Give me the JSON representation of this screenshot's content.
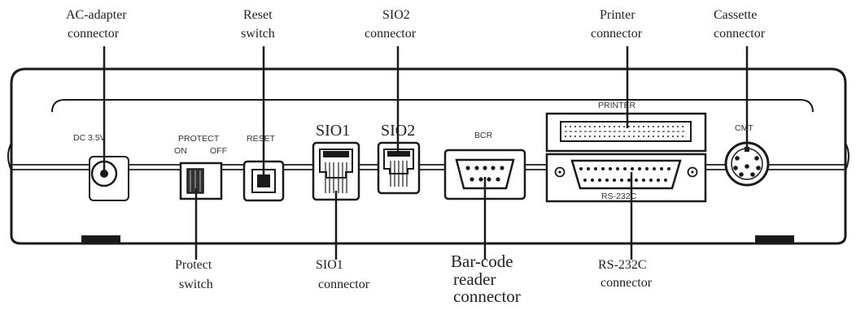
{
  "callouts": {
    "ac_adapter": [
      "AC-adapter",
      "connector"
    ],
    "reset": [
      "Reset",
      "switch"
    ],
    "sio2": [
      "SIO2",
      "connector"
    ],
    "printer": [
      "Printer",
      "connector"
    ],
    "cassette": [
      "Cassette",
      "connector"
    ],
    "protect": [
      "Protect",
      "switch"
    ],
    "sio1": [
      "SIO1",
      "connector"
    ],
    "barcode": [
      "Bar-code",
      "reader",
      "connector"
    ],
    "rs232c": [
      "RS-232C",
      "connector"
    ]
  },
  "panel": {
    "dc": "DC 3.5V",
    "protect": "PROTECT",
    "on": "ON",
    "off": "OFF",
    "reset": "RESET",
    "sio1": "SIO1",
    "sio2": "SIO2",
    "bcr": "BCR",
    "printer": "PRINTER",
    "rs232c": "RS-232C",
    "cmt": "CMT"
  }
}
